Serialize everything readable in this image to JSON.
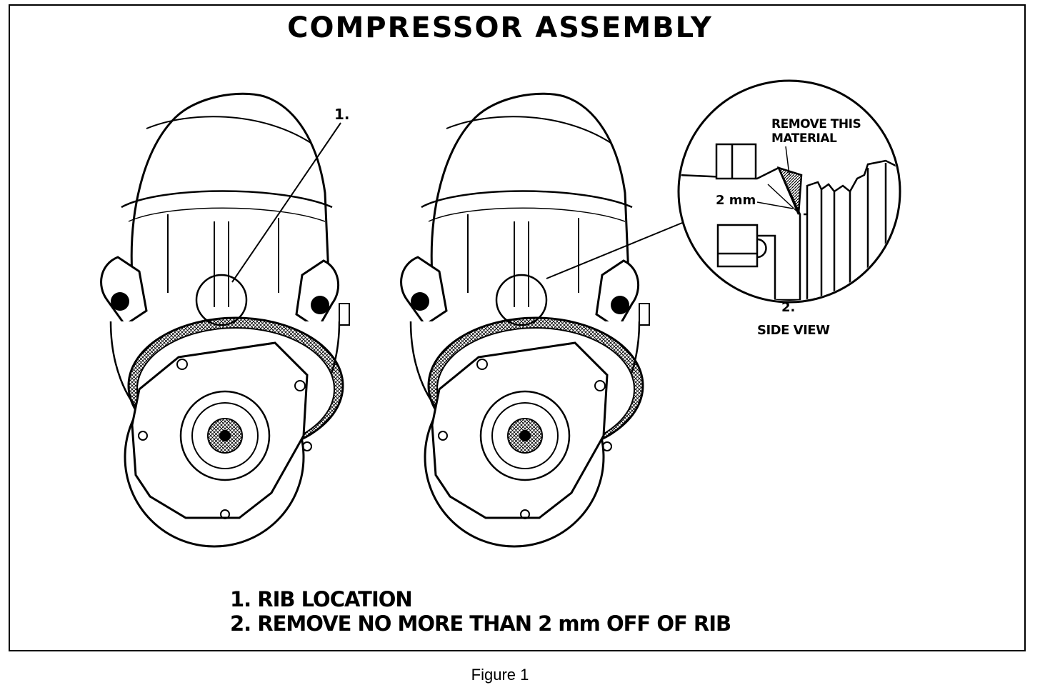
{
  "title": "COMPRESSOR ASSEMBLY",
  "callouts": {
    "one": "1.",
    "two": "2."
  },
  "detail": {
    "remove_line1": "REMOVE THIS",
    "remove_line2": "MATERIAL",
    "dimension": "2 mm",
    "view_label": "SIDE VIEW"
  },
  "legend": [
    "1. RIB LOCATION",
    "2. REMOVE NO MORE THAN 2 mm  OFF OF RIB"
  ],
  "caption": "Figure  1",
  "colors": {
    "ink": "#000000",
    "paper": "#ffffff"
  }
}
